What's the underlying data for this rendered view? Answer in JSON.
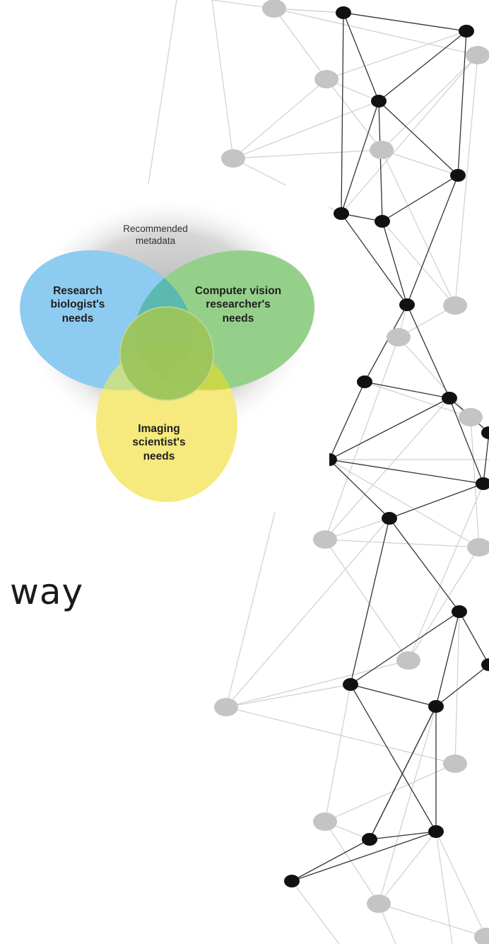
{
  "diagram": {
    "center_label": "Recommended metadata",
    "center_label_lines": [
      "Recommended",
      "metadata"
    ],
    "sets": [
      {
        "name": "research-biologist",
        "lines": [
          "Research",
          "biologist's",
          "needs"
        ],
        "color": "#8ecbf0"
      },
      {
        "name": "computer-vision-researcher",
        "lines": [
          "Computer vision",
          "researcher's",
          "needs"
        ],
        "color": "#94d08a"
      },
      {
        "name": "imaging-scientist",
        "lines": [
          "Imaging",
          "scientist's",
          "needs"
        ],
        "color": "#f6e97d"
      }
    ],
    "overlap_color": "#9bc55a",
    "shadow_color": "#c8c8c8"
  },
  "page_text": {
    "word": "way"
  },
  "background": {
    "style": "network-graph",
    "node_dark": "#111111",
    "node_light": "#c4c4c4",
    "edge_color": "#3a3a3a"
  }
}
